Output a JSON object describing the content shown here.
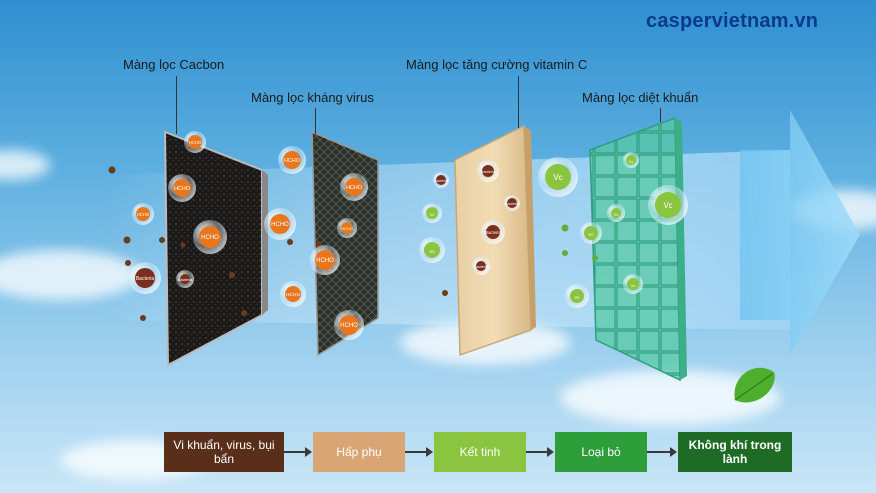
{
  "watermark": "caspervietnam.vn",
  "filters": {
    "carbon": "Màng lọc Cacbon",
    "antivirus": "Màng lọc kháng virus",
    "vitamin_c": "Màng lọc tăng cường vitamin C",
    "antibacterial": "Màng lọc diệt khuẩn"
  },
  "particles": {
    "hcho": "HCHO",
    "bacteria": "Bacteria",
    "vitamin": "Vc"
  },
  "process": {
    "step1": "Vi khuẩn, virus, bụi bẩn",
    "step2": "Hấp phụ",
    "step3": "Kết tinh",
    "step4": "Loại bỏ",
    "step5": "Không khí trong lành"
  },
  "colors": {
    "step1": "#5a2f1a",
    "step2": "#d9a574",
    "step3": "#8bc53f",
    "step4": "#2e9e3b",
    "step5": "#1e6b25"
  }
}
